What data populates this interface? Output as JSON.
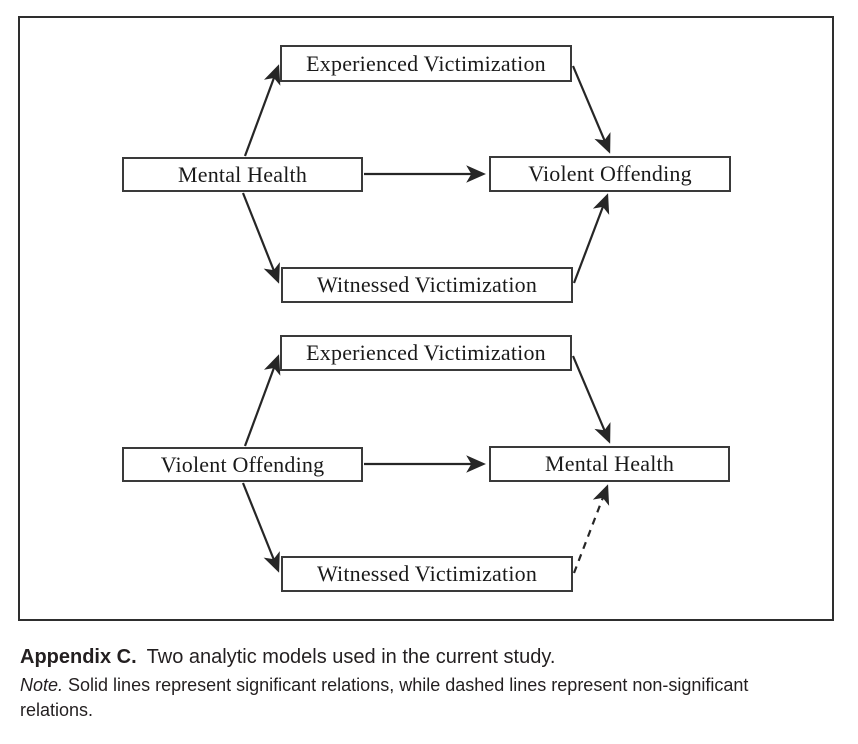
{
  "figure": {
    "models": [
      {
        "id": "model-1",
        "boxes": {
          "top": "Experienced Victimization",
          "left": "Mental Health",
          "right": "Violent Offending",
          "bottom": "Witnessed Victimization"
        },
        "edges": [
          {
            "from": "Mental Health",
            "to": "Experienced Victimization",
            "style": "solid"
          },
          {
            "from": "Mental Health",
            "to": "Violent Offending",
            "style": "solid"
          },
          {
            "from": "Mental Health",
            "to": "Witnessed Victimization",
            "style": "solid"
          },
          {
            "from": "Experienced Victimization",
            "to": "Violent Offending",
            "style": "solid"
          },
          {
            "from": "Witnessed Victimization",
            "to": "Violent Offending",
            "style": "solid"
          }
        ]
      },
      {
        "id": "model-2",
        "boxes": {
          "top": "Experienced Victimization",
          "left": "Violent Offending",
          "right": "Mental Health",
          "bottom": "Witnessed Victimization"
        },
        "edges": [
          {
            "from": "Violent Offending",
            "to": "Experienced Victimization",
            "style": "solid"
          },
          {
            "from": "Violent Offending",
            "to": "Mental Health",
            "style": "solid"
          },
          {
            "from": "Violent Offending",
            "to": "Witnessed Victimization",
            "style": "solid"
          },
          {
            "from": "Experienced Victimization",
            "to": "Mental Health",
            "style": "solid"
          },
          {
            "from": "Witnessed Victimization",
            "to": "Mental Health",
            "style": "dashed"
          }
        ]
      }
    ]
  },
  "caption": {
    "label": "Appendix C.",
    "title": "Two analytic models used in the current study.",
    "note_label": "Note.",
    "note_text": "Solid lines represent significant relations, while dashed lines represent non-significant relations."
  },
  "colors": {
    "line": "#262626",
    "box_border": "#3a3a3a",
    "text": "#1a1a1a",
    "background": "#ffffff"
  }
}
